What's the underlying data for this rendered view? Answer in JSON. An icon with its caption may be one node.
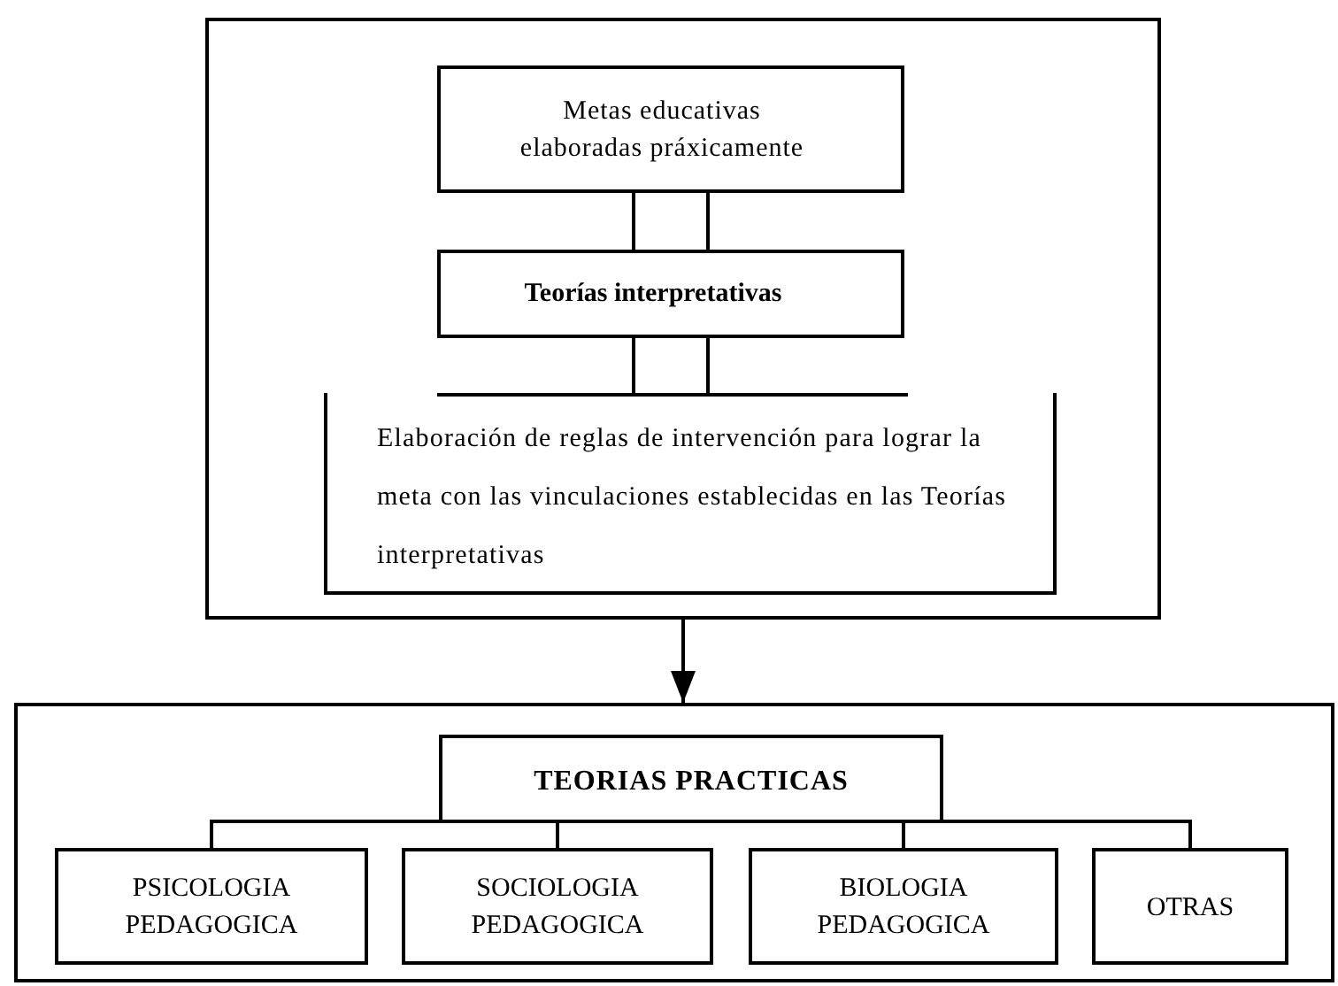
{
  "diagram": {
    "nodes": [
      {
        "text": [],
        "shape": "box"
      },
      {
        "text": [
          "Metas educativas elaboradas práxicamente"
        ],
        "in": 0
      },
      {
        "text": [
          "Teorías interpretativas"
        ],
        "in": 0
      },
      {
        "text": [
          "Elaboración de reglas de intervención para lograr la meta con las vinculaciones establecidas en las Teorías interpretativas"
        ],
        "in": 0
      },
      {
        "text": [],
        "shape": "box"
      },
      {
        "text": [
          "TEORIAS PRACTICAS"
        ],
        "in": 4
      },
      {
        "text": [
          "PSICOLOGIA PEDAGOGICA"
        ],
        "in": 4
      },
      {
        "text": [
          "SOCIOLOGIA PEDAGOGICA"
        ],
        "in": 4
      },
      {
        "text": [
          "BIOLOGIA PEDAGOGICA"
        ],
        "in": 4
      },
      {
        "text": [
          "OTRAS"
        ],
        "in": 4
      }
    ],
    "edges": [
      {
        "from": 1,
        "to": 2,
        "arrow": "none"
      },
      {
        "from": 1,
        "to": 2,
        "arrow": "none"
      },
      {
        "from": 2,
        "to": 3,
        "arrow": "none"
      },
      {
        "from": 2,
        "to": 3,
        "arrow": "none"
      },
      {
        "from": 0,
        "to": 4,
        "arrow": "to"
      },
      {
        "from": 5,
        "to": 6,
        "arrow": "none"
      },
      {
        "from": 5,
        "to": 7,
        "arrow": "none"
      },
      {
        "from": 5,
        "to": 8,
        "arrow": "none"
      },
      {
        "from": 5,
        "to": 9,
        "arrow": "none"
      }
    ]
  }
}
